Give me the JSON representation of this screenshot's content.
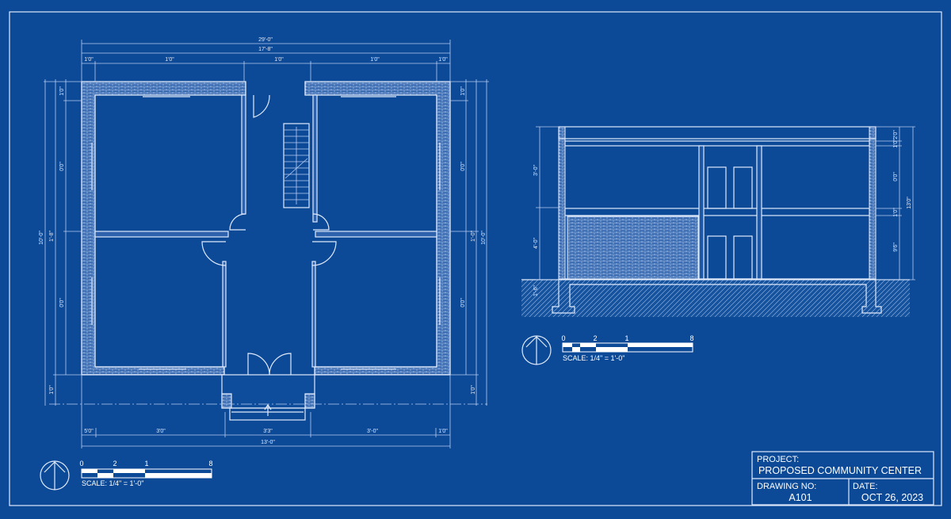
{
  "colors": {
    "background": "#0c4a98",
    "lines": "#dfe9fb"
  },
  "floor_plan": {
    "top_dimensions": {
      "overall": "29'-0\"",
      "inner": "17'-8\"",
      "segments": [
        "1'0\"",
        "1'0\"",
        "1'0\"",
        "1'0\"",
        "1'0\""
      ]
    },
    "left_dimensions": {
      "overall": "10'-0\"",
      "middle": "1'-8\"",
      "segments": [
        "1'0\"",
        "0'0\"",
        "0'0\"",
        "1'0\""
      ]
    },
    "right_dimensions": {
      "overall": "10'-0\"",
      "middle": "1'-0\"",
      "segments": [
        "1'0\"",
        "0'0\"",
        "0'0\"",
        "1'0\""
      ]
    },
    "bottom_dimensions": {
      "segments": [
        "5'0\"",
        "3'0\"",
        "3'3\"",
        "3'-0\"",
        "1'0\""
      ],
      "overall": "13'-0\""
    },
    "north_arrow_icon": "north-arrow",
    "scale_bar": {
      "ticks": [
        "0",
        "2",
        "1",
        "8"
      ],
      "label": "SCALE: 1/4\" = 1'-0\""
    }
  },
  "section": {
    "left_dimensions": [
      "3'-0\"",
      "4'-0\"",
      "1'-6\""
    ],
    "right_dimensions": [
      "2'0\"",
      "1'0\"",
      "0'0\"",
      "1'0\"",
      "9'6\""
    ],
    "right_overall": "13'0\"",
    "north_arrow_icon": "north-arrow",
    "scale_bar": {
      "ticks": [
        "0",
        "2",
        "1",
        "8"
      ],
      "label": "SCALE: 1/4\" = 1'-0\""
    }
  },
  "title_block": {
    "project_label": "PROJECT:",
    "project_value": "PROPOSED COMMUNITY CENTER",
    "drawing_no_label": "DRAWING NO:",
    "drawing_no_value": "A101",
    "date_label": "DATE:",
    "date_value": "OCT 26, 2023"
  }
}
